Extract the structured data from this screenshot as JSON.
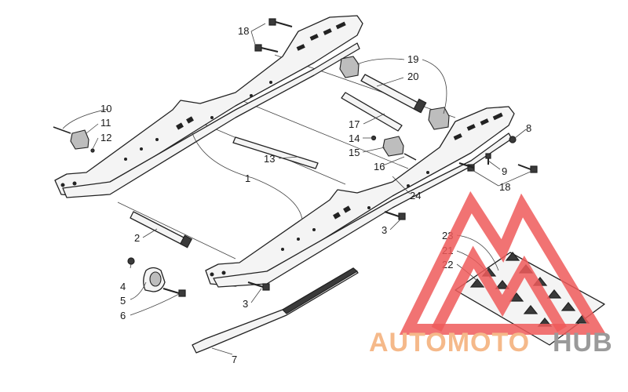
{
  "callouts": [
    {
      "id": "c1",
      "label": "1"
    },
    {
      "id": "c2",
      "label": "2"
    },
    {
      "id": "c3a",
      "label": "3"
    },
    {
      "id": "c3b",
      "label": "3"
    },
    {
      "id": "c4",
      "label": "4"
    },
    {
      "id": "c5",
      "label": "5"
    },
    {
      "id": "c6",
      "label": "6"
    },
    {
      "id": "c7",
      "label": "7"
    },
    {
      "id": "c8",
      "label": "8"
    },
    {
      "id": "c9",
      "label": "9"
    },
    {
      "id": "c10",
      "label": "10"
    },
    {
      "id": "c11",
      "label": "11"
    },
    {
      "id": "c12",
      "label": "12"
    },
    {
      "id": "c13",
      "label": "13"
    },
    {
      "id": "c14",
      "label": "14"
    },
    {
      "id": "c15",
      "label": "15"
    },
    {
      "id": "c16",
      "label": "16"
    },
    {
      "id": "c17",
      "label": "17"
    },
    {
      "id": "c18a",
      "label": "18"
    },
    {
      "id": "c18b",
      "label": "18"
    },
    {
      "id": "c19",
      "label": "19"
    },
    {
      "id": "c20",
      "label": "20"
    },
    {
      "id": "c21",
      "label": "21"
    },
    {
      "id": "c22",
      "label": "22"
    },
    {
      "id": "c23",
      "label": "23"
    },
    {
      "id": "c24",
      "label": "24"
    }
  ],
  "watermark": {
    "part1": "AUTOMOTO",
    "part2": "HUB",
    "color_part1": "#f5b98a",
    "color_part2": "#9a9a9a",
    "logo_color": "#ef5a5a"
  }
}
